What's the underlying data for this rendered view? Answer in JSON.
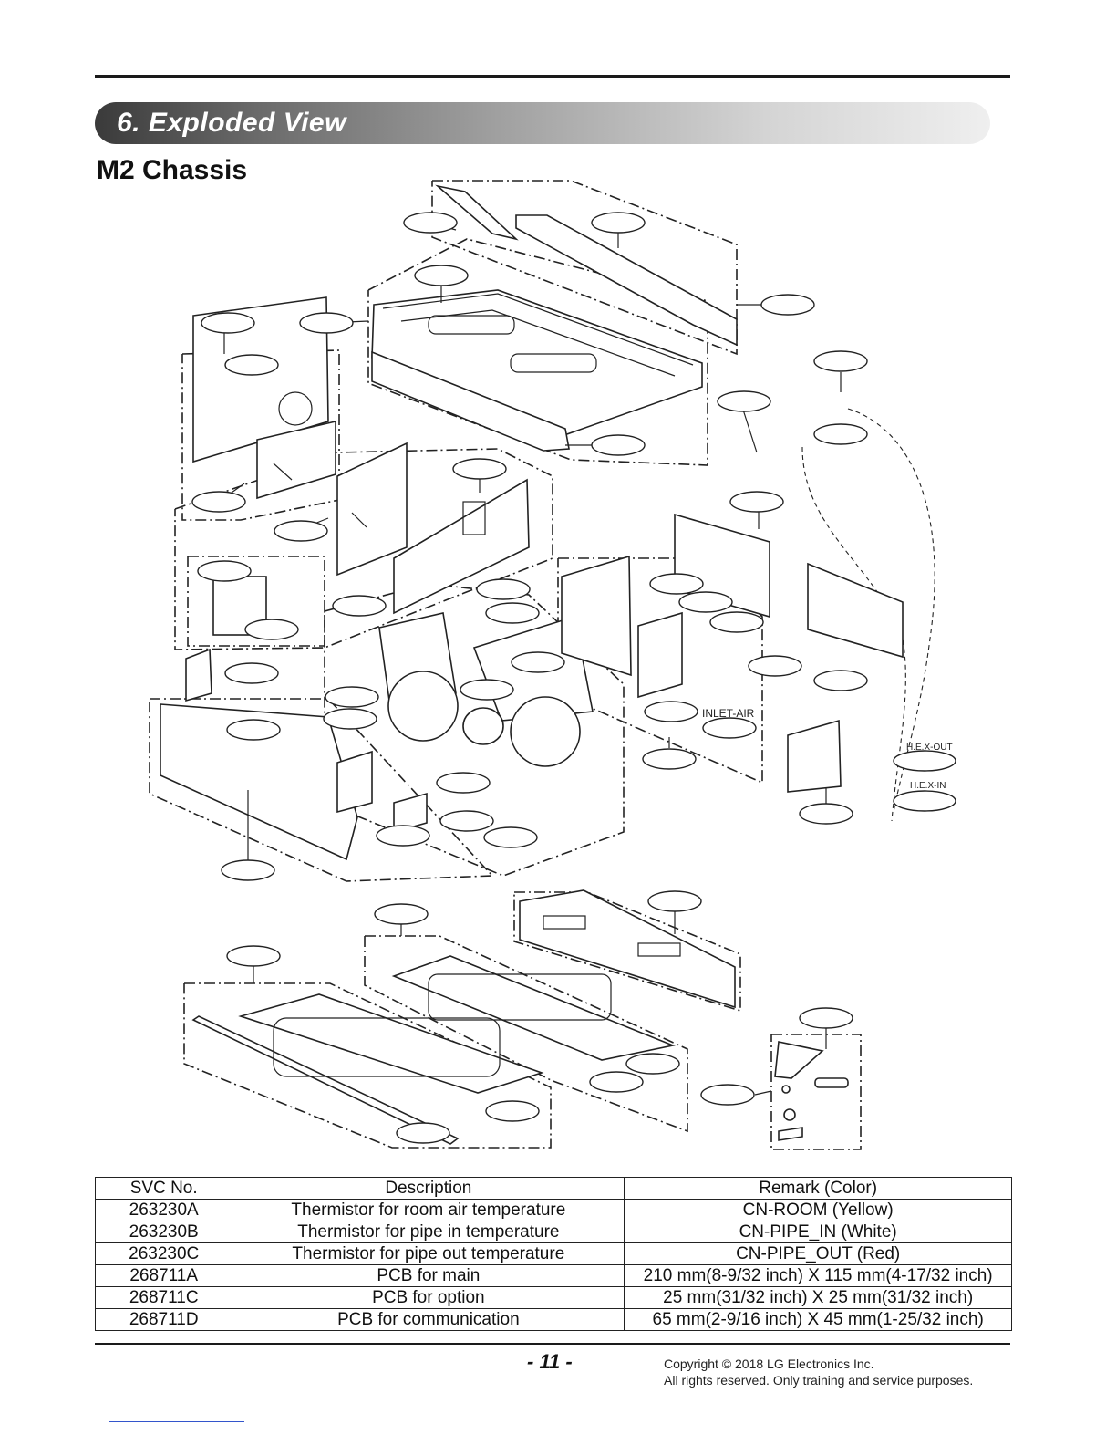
{
  "section": {
    "title": "6. Exploded View"
  },
  "subtitle": "M2 Chassis",
  "diagram_labels": {
    "inlet_air": "INLET-AIR",
    "hex_out": "H.E.X-OUT",
    "hex_in": "H.E.X-IN"
  },
  "parts_table": {
    "headers": [
      "SVC No.",
      "Description",
      "Remark (Color)"
    ],
    "rows": [
      [
        "263230A",
        "Thermistor for room air temperature",
        "CN-ROOM (Yellow)"
      ],
      [
        "263230B",
        "Thermistor for pipe in temperature",
        "CN-PIPE_IN (White)"
      ],
      [
        "263230C",
        "Thermistor for pipe out temperature",
        "CN-PIPE_OUT (Red)"
      ],
      [
        "268711A",
        "PCB for main",
        "210 mm(8-9/32 inch) X 115 mm(4-17/32 inch)"
      ],
      [
        "268711C",
        "PCB for option",
        "25 mm(31/32 inch) X 25 mm(31/32 inch)"
      ],
      [
        "268711D",
        "PCB for communication",
        "65 mm(2-9/16 inch) X 45 mm(1-25/32 inch)"
      ]
    ]
  },
  "footer": {
    "page_number": "- 11 -",
    "copyright_line1": "Copyright © 2018 LG Electronics Inc.",
    "copyright_line2": "All rights reserved. Only training and service purposes."
  }
}
